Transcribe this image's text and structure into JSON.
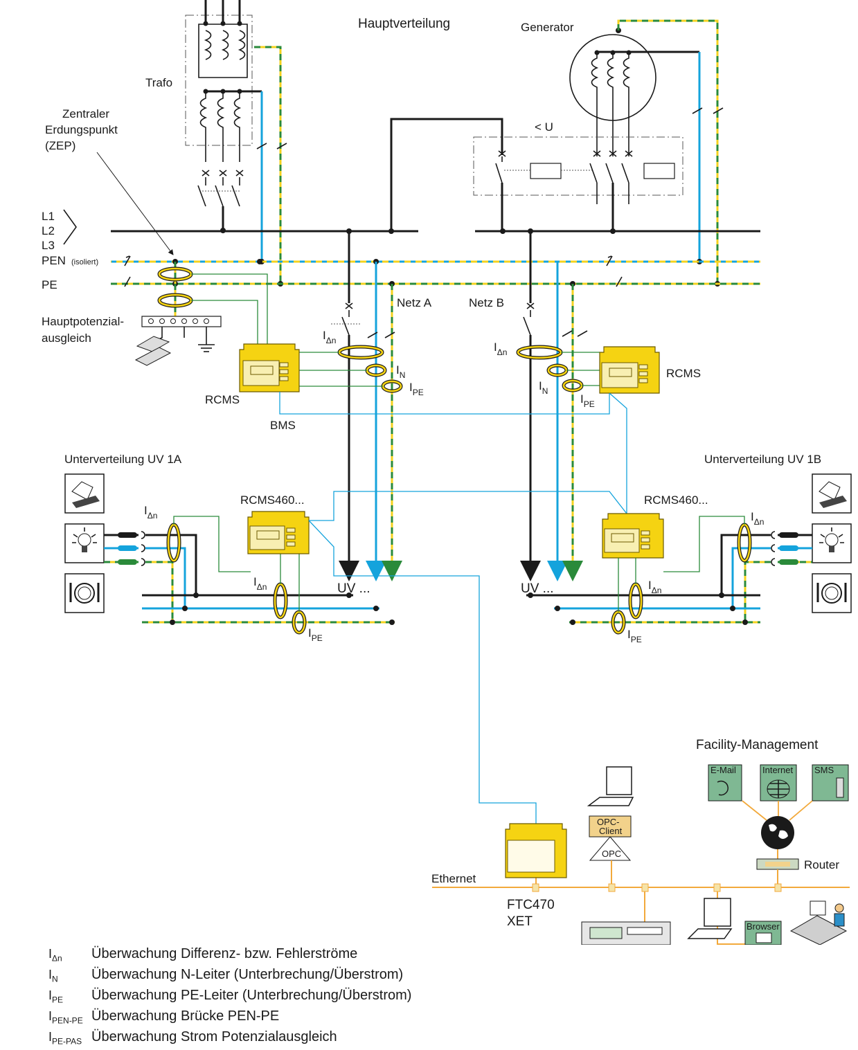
{
  "labels": {
    "main_distribution": "Hauptverteilung",
    "generator": "Generator",
    "transformer": "Trafo",
    "zep_line1": "Zentraler",
    "zep_line2": "Erdungspunkt",
    "zep_line3": "(ZEP)",
    "undervoltage": "< U",
    "l1": "L1",
    "l2": "L2",
    "l3": "L3",
    "pen": "PEN",
    "pen_note": "(isoliert)",
    "pe": "PE",
    "network_a": "Netz A",
    "network_b": "Netz B",
    "equipotential_line1": "Hauptpotenzial-",
    "equipotential_line2": "ausgleich",
    "rcms_left": "RCMS",
    "rcms_right": "RCMS",
    "bms": "BMS",
    "i_letter": "I",
    "sub_delta_n": "Δn",
    "sub_n": "N",
    "sub_pe": "PE",
    "subdist_1a": "Unterverteilung UV 1A",
    "subdist_1b": "Unterverteilung UV 1B",
    "rcms460_left": "RCMS460...",
    "rcms460_right": "RCMS460...",
    "uv_left": "UV ...",
    "uv_right": "UV ...",
    "facility_management": "Facility-Management",
    "email": "E-Mail",
    "internet": "Internet",
    "sms": "SMS",
    "router": "Router",
    "opc_client_line1": "OPC-",
    "opc_client_line2": "Client",
    "opc": "OPC",
    "ethernet": "Ethernet",
    "ftc_line1": "FTC470",
    "ftc_line2": "XET",
    "browser": "Browser"
  },
  "legend": [
    {
      "symbol": "I",
      "sub": "Δn",
      "text": "Überwachung Differenz- bzw. Fehlerströme"
    },
    {
      "symbol": "I",
      "sub": "N",
      "text": "Überwachung N-Leiter (Unterbrechung/Überstrom)"
    },
    {
      "symbol": "I",
      "sub": "PE",
      "text": "Überwachung PE-Leiter (Unterbrechung/Überstrom)"
    },
    {
      "symbol": "I",
      "sub": "PEN-PE",
      "text": "Überwachung Brücke PEN-PE"
    },
    {
      "symbol": "I",
      "sub": "PE-PAS",
      "text": "Überwachung Strom Potenzialausgleich"
    }
  ],
  "colors": {
    "phase": "#1a1a1a",
    "neutral": "#14a3dc",
    "pe_yellow": "#f4d21e",
    "pe_green": "#2a8a3a",
    "ethernet": "#f2a93b",
    "device": "#f5d312"
  }
}
